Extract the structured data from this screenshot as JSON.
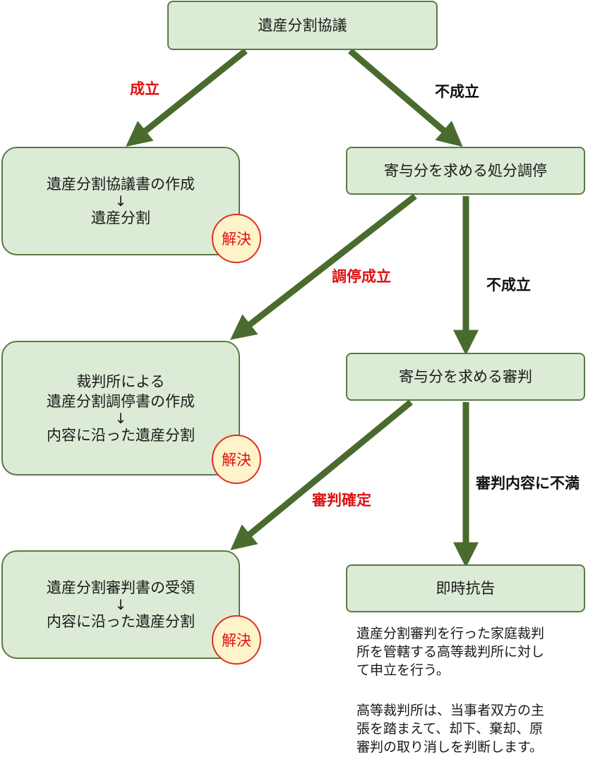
{
  "nodes": {
    "top": "遺産分割協議",
    "mediation": "寄与分を求める処分調停",
    "trial": "寄与分を求める審判",
    "appeal": "即時抗告",
    "result1": {
      "line1": "遺産分割協議書の作成",
      "arrow": "↓",
      "line2": "遺産分割"
    },
    "result2": {
      "line1": "裁判所による",
      "line2": "遺産分割調停書の作成",
      "arrow": "↓",
      "line3": "内容に沿った遺産分割"
    },
    "result3": {
      "line1": "遺産分割審判書の受領",
      "arrow": "↓",
      "line2": "内容に沿った遺産分割"
    }
  },
  "badge": "解決",
  "edges": {
    "seiritsu": "成立",
    "fuseiritsu1": "不成立",
    "chotei_seiritsu": "調停成立",
    "fuseiritsu2": "不成立",
    "shinpan_kakutei": "審判確定",
    "fuman": "審判内容に不満"
  },
  "note": {
    "p1": [
      "遺産分割審判を行った家庭裁判",
      "所を管轄する高等裁判所に対し",
      "て申立を行う。"
    ],
    "p2": [
      "高等裁判所は、当事者双方の主",
      "張を踏まえて、却下、棄却、原",
      "審判の取り消しを判断します。"
    ]
  },
  "colors": {
    "box_fill": "#dcebd5",
    "box_border": "#5a7a45",
    "arrow": "#4a6b2e",
    "badge_fill": "#fff3c9",
    "badge_text": "#e01010",
    "label_red": "#e01010"
  }
}
